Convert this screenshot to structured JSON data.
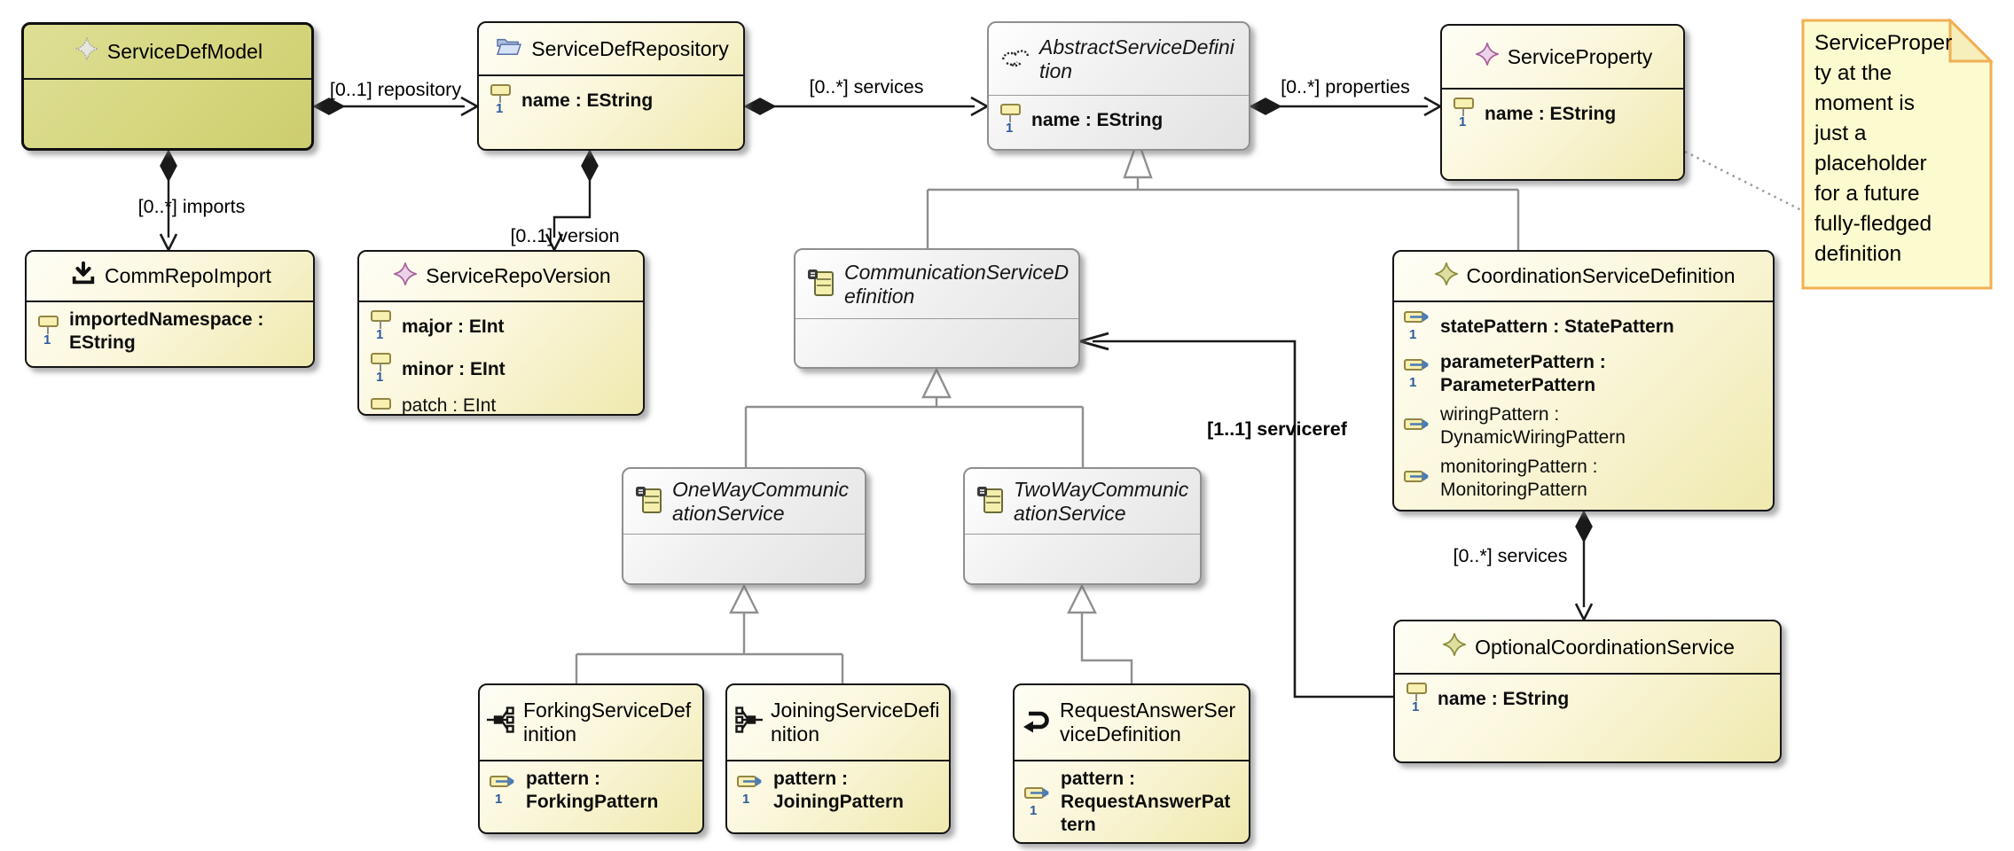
{
  "diagram": {
    "classes": [
      {
        "id": "service-def-model",
        "title": "ServiceDefModel",
        "icon": "gray-star-icon",
        "selected": true,
        "attributes": []
      },
      {
        "id": "service-def-repository",
        "title": "ServiceDefRepository",
        "icon": "open-folder-icon",
        "attributes": [
          {
            "text": "name : EString",
            "icon": "eattribute-required-icon",
            "required": true,
            "bold": true
          }
        ]
      },
      {
        "id": "abstract-service-definition",
        "title": "AbstractServiceDefinition",
        "icon": "handshake-icon",
        "abstract": true,
        "attributes": [
          {
            "text": "name : EString",
            "icon": "eattribute-required-icon",
            "required": true,
            "bold": true
          }
        ]
      },
      {
        "id": "service-property",
        "title": "ServiceProperty",
        "icon": "pink-star-icon",
        "attributes": [
          {
            "text": "name : EString",
            "icon": "eattribute-required-icon",
            "required": true,
            "bold": true
          }
        ]
      },
      {
        "id": "comm-repo-import",
        "title": "CommRepoImport",
        "icon": "import-icon",
        "attributes": [
          {
            "text": "importedNamespace : EString",
            "icon": "eattribute-required-icon",
            "required": true,
            "bold": true
          }
        ]
      },
      {
        "id": "service-repo-version",
        "title": "ServiceRepoVersion",
        "icon": "pink-star-icon",
        "attributes": [
          {
            "text": "major : EInt",
            "icon": "eattribute-required-icon",
            "required": true,
            "bold": true
          },
          {
            "text": "minor : EInt",
            "icon": "eattribute-required-icon",
            "required": true,
            "bold": true
          },
          {
            "text": "patch : EInt",
            "icon": "eattribute-icon",
            "required": false,
            "bold": false
          }
        ]
      },
      {
        "id": "communication-service-definition",
        "title": "CommunicationServiceDefinition",
        "icon": "class-card-icon",
        "abstract": true,
        "attributes": []
      },
      {
        "id": "coordination-service-definition",
        "title": "CoordinationServiceDefinition",
        "icon": "olive-star-icon",
        "attributes": [
          {
            "text": "statePattern : StatePattern",
            "icon": "ereference-required-icon",
            "required": true,
            "bold": true
          },
          {
            "text": "parameterPattern : ParameterPattern",
            "icon": "ereference-required-icon",
            "required": true,
            "bold": true
          },
          {
            "text": "wiringPattern : DynamicWiringPattern",
            "icon": "ereference-icon",
            "required": false,
            "bold": false
          },
          {
            "text": "monitoringPattern : MonitoringPattern",
            "icon": "ereference-icon",
            "required": false,
            "bold": false
          }
        ]
      },
      {
        "id": "one-way-communication-service",
        "title": "OneWayCommunicationService",
        "icon": "class-card-icon",
        "abstract": true,
        "attributes": []
      },
      {
        "id": "two-way-communication-service",
        "title": "TwoWayCommunicationService",
        "icon": "class-card-icon",
        "abstract": true,
        "attributes": []
      },
      {
        "id": "forking-service-definition",
        "title": "ForkingServiceDefinition",
        "icon": "fork-icon",
        "attributes": [
          {
            "text": "pattern : ForkingPattern",
            "icon": "ereference-required-icon",
            "required": true,
            "bold": true
          }
        ]
      },
      {
        "id": "joining-service-definition",
        "title": "JoiningServiceDefinition",
        "icon": "join-icon",
        "attributes": [
          {
            "text": "pattern : JoiningPattern",
            "icon": "ereference-required-icon",
            "required": true,
            "bold": true
          }
        ]
      },
      {
        "id": "request-answer-service-definition",
        "title": "RequestAnswerServiceDefinition",
        "icon": "uturn-arrow-icon",
        "attributes": [
          {
            "text": "pattern : RequestAnswerPattern",
            "icon": "ereference-required-icon",
            "required": true,
            "bold": true
          }
        ]
      },
      {
        "id": "optional-coordination-service",
        "title": "OptionalCoordinationService",
        "icon": "olive-star-icon",
        "attributes": [
          {
            "text": "name : EString",
            "icon": "eattribute-required-icon",
            "required": true,
            "bold": true
          }
        ]
      }
    ],
    "edge_labels": {
      "repository": "[0..1] repository",
      "services_top": "[0..*] services",
      "properties": "[0..*] properties",
      "imports": "[0..*] imports",
      "version": "[0..1] version",
      "serviceref": "[1..1] serviceref",
      "services_bottom": "[0..*] services"
    },
    "note": {
      "text": "ServiceProperty at the moment is just a placeholder for a future fully-fledged definition"
    },
    "colors": {
      "class_fill": "#efe9ae",
      "selected_fill": "#d5d67c",
      "abstract_fill": "#e2e2e2",
      "note_fill": "#fcfacf",
      "note_border": "#f0b052",
      "pink_star": "#a8609c",
      "olive_star": "#8a8c3c",
      "edge_black": "#1a1a1a",
      "generalization_gray": "#8f8f8f"
    }
  }
}
